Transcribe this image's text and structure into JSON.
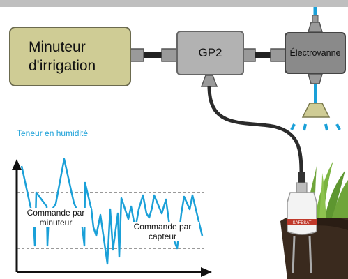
{
  "diagram": {
    "timer_label": "Minuteur\nd'irrigation",
    "controller_label": "GP2",
    "valve_label": "Électrovanne",
    "moisture_title": "Teneur en humidité",
    "timer_command_label": "Commande par\nminuteur",
    "sensor_command_label": "Commande par\ncapteur"
  },
  "colors": {
    "timer_box": "#cfcc95",
    "controller_box": "#b2b2b2",
    "valve_box": "#8a8a8a",
    "water": "#1aa0d8",
    "cable": "#2b2b2b",
    "sensor_label": "#c0392b",
    "grass": "#6fa53a",
    "soil": "#3a2a1e"
  },
  "icons": {
    "soil_sensor": "soil-moisture-sensor-icon",
    "plant": "grass-pot-icon",
    "sprinkler": "sprinkler-spray-icon"
  }
}
